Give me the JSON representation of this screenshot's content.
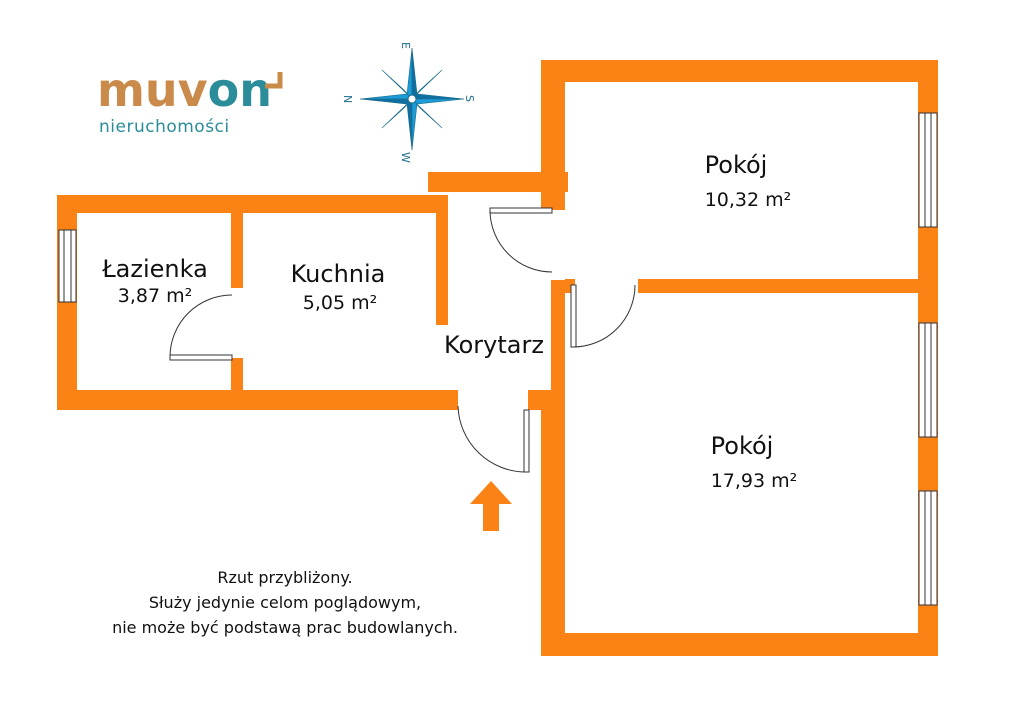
{
  "brand": {
    "name_part1": "muv",
    "name_part2": "on",
    "tagline": "nieruchomości",
    "color_primary": "#c98a4a",
    "color_secondary": "#2a8d99"
  },
  "compass": {
    "north": "N",
    "south": "S",
    "east": "E",
    "west": "W",
    "color": "#1b9bd7"
  },
  "rooms": [
    {
      "name": "Łazienka",
      "area": "3,87 m²"
    },
    {
      "name": "Kuchnia",
      "area": "5,05 m²"
    },
    {
      "name": "Korytarz",
      "area": ""
    },
    {
      "name": "Pokój",
      "area": "10,32 m²"
    },
    {
      "name": "Pokój",
      "area": "17,93 m²"
    }
  ],
  "entrance_icon": "arrow-up-icon",
  "disclaimer": {
    "line1": "Rzut przybliżony.",
    "line2": "Służy jedynie celom poglądowym,",
    "line3": "nie może być podstawą prac budowlanych."
  },
  "colors": {
    "wall": "#fb8215",
    "line": "#333333"
  }
}
